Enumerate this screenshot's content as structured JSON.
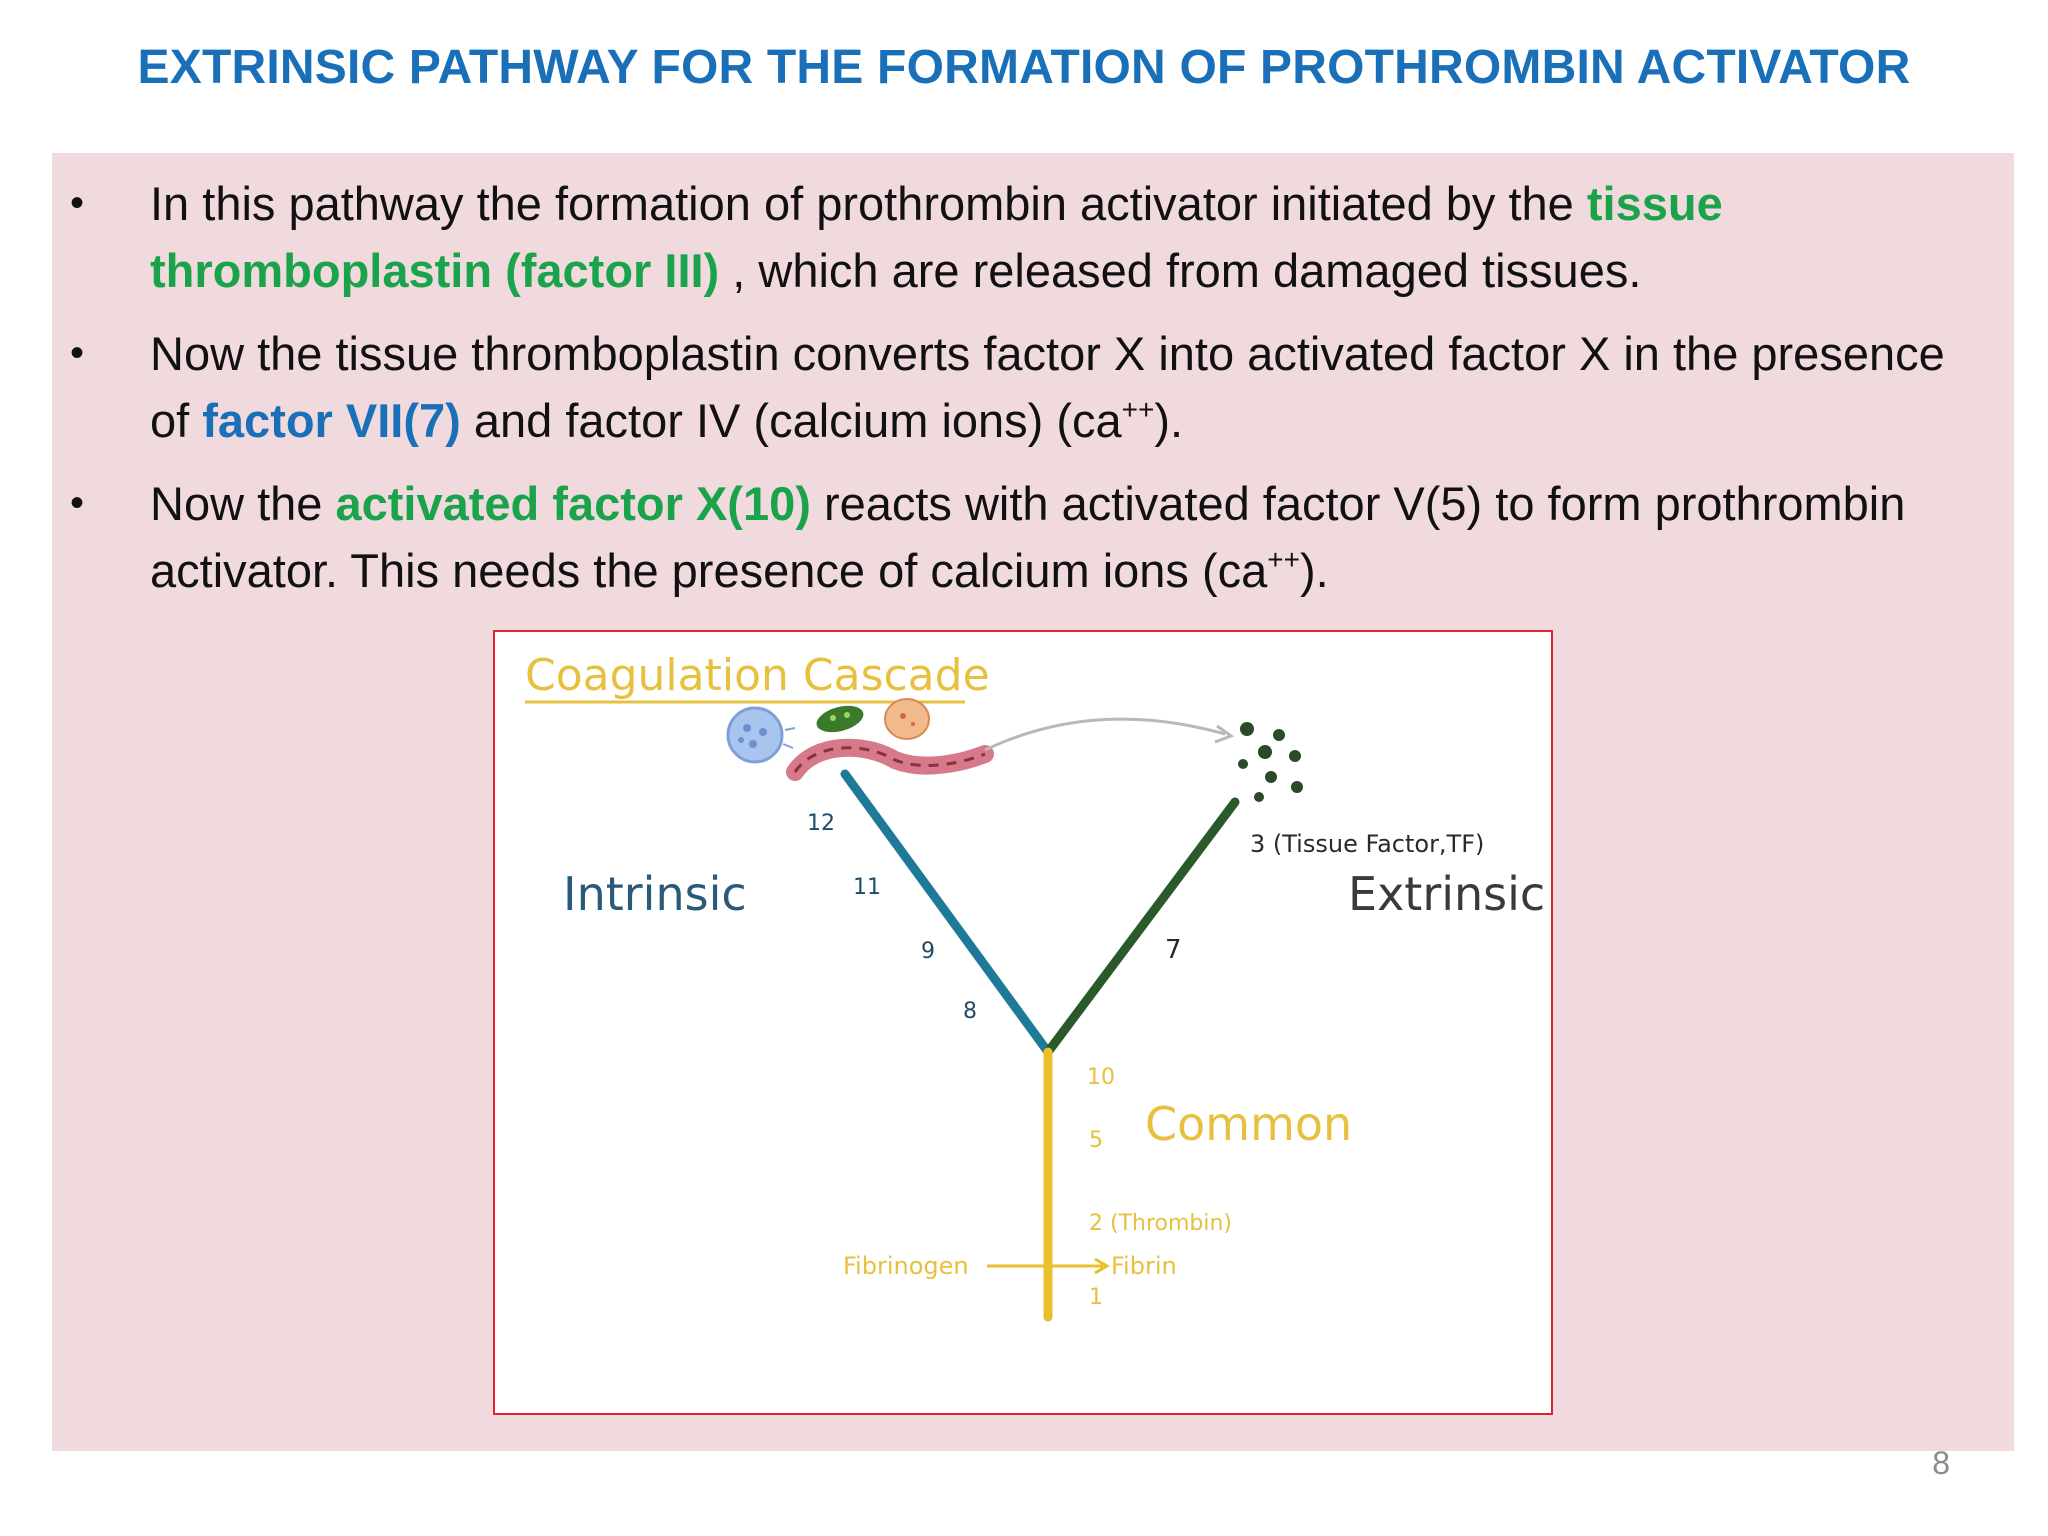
{
  "slide": {
    "title": "EXTRINSIC PATHWAY FOR THE FORMATION OF PROTHROMBIN ACTIVATOR",
    "page_number": "8"
  },
  "bullets": [
    {
      "marker": "•",
      "segments": [
        "In this pathway the formation of prothrombin activator initiated by the ",
        "tissue thromboplastin (factor III)",
        " , which are released from damaged tissues."
      ]
    },
    {
      "marker": "•",
      "segments": [
        "Now the tissue thromboplastin converts factor X into activated factor X in the presence of ",
        "factor VII(7)",
        " and factor IV (calcium ions) (ca",
        "++",
        ")."
      ]
    },
    {
      "marker": "•",
      "segments": [
        "Now the ",
        "activated factor X(10)",
        " reacts with activated factor V(5) to form prothrombin activator. This needs the presence of calcium ions (ca",
        "++",
        ")."
      ]
    }
  ],
  "figure": {
    "title": "Coagulation Cascade",
    "intrinsic_label": "Intrinsic",
    "extrinsic_label": "Extrinsic",
    "common_label": "Common",
    "intrinsic_factors": [
      "12",
      "11",
      "9",
      "8"
    ],
    "extrinsic_factors": [
      "3 (Tissue Factor,TF)",
      "7"
    ],
    "common_factors": [
      "10",
      "5",
      "2 (Thrombin)",
      "1"
    ],
    "fibrinogen_label": "Fibrinogen",
    "fibrin_label": "Fibrin",
    "colors": {
      "intrinsic": "#1f7a9a",
      "extrinsic": "#2a5a2a",
      "common": "#e8c02a",
      "title": "#e8c040"
    }
  }
}
